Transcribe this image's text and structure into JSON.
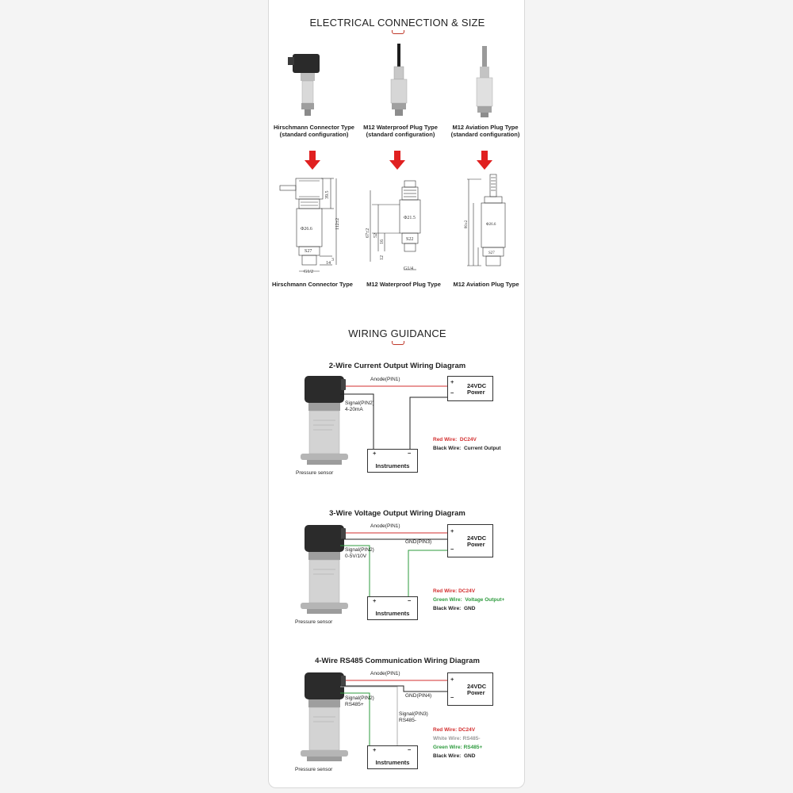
{
  "section1": {
    "title": "ELECTRICAL CONNECTION & SIZE",
    "products": [
      {
        "name": "Hirschmann Connector Type",
        "note": "(standard configuration)"
      },
      {
        "name": "M12 Waterproof Plug Type",
        "note": "(standard configuration)"
      },
      {
        "name": "M12 Aviation Plug Type",
        "note": "(standard configuration)"
      }
    ],
    "drawings": [
      {
        "caption": "Hirschmann Connector Type",
        "dims": [
          "39.5",
          "112±2",
          "Φ26.6",
          "S27",
          "G1/2",
          "14",
          "3"
        ]
      },
      {
        "caption": "M12 Waterproof Plug Type",
        "dims": [
          "Φ21.5",
          "67±2",
          "52",
          "16",
          "12",
          "S22",
          "G1/4"
        ]
      },
      {
        "caption": "M12 Aviation Plug Type",
        "dims": [
          "Φ26.6",
          "80±2",
          "S27"
        ]
      }
    ]
  },
  "section2": {
    "title": "WIRING GUIDANCE",
    "sensor_label": "Pressure sensor",
    "power_label": "24VDC\nPower",
    "instruments_label": "Instruments",
    "diagrams": [
      {
        "title": "2-Wire Current Output Wiring Diagram",
        "anode": "Anode(PIN1)",
        "signal": "Signal(PIN2)\n4-20mA",
        "legend": [
          {
            "key": "Red Wire:",
            "value": "DC24V",
            "color": "#d32f2f"
          },
          {
            "key": "Black Wire:",
            "value": "Current Output",
            "color": "#222222"
          }
        ]
      },
      {
        "title": "3-Wire Voltage Output Wiring Diagram",
        "anode": "Anode(PIN1)",
        "gnd": "GND(PIN3)",
        "signal": "Signal(PIN2)\n0-5V/10V",
        "legend": [
          {
            "key": "Red Wire:",
            "value": "DC24V",
            "color": "#d32f2f"
          },
          {
            "key": "Green Wire:",
            "value": "Voltage Output+",
            "color": "#2e9b3e"
          },
          {
            "key": "Black Wire:",
            "value": "GND",
            "color": "#222222"
          }
        ]
      },
      {
        "title": "4-Wire RS485 Communication Wiring Diagram",
        "anode": "Anode(PIN1)",
        "gnd": "GND(PIN4)",
        "signal": "Signal(PIN2)\nRS485+",
        "signal2": "Signal(PIN3)\nRS485-",
        "legend": [
          {
            "key": "Red Wire:",
            "value": "DC24V",
            "color": "#d32f2f"
          },
          {
            "key": "White Wire:",
            "value": "RS485-",
            "color": "#9a9a9a"
          },
          {
            "key": "Green Wire:",
            "value": "RS485+",
            "color": "#2e9b3e"
          },
          {
            "key": "Black Wire:",
            "value": "GND",
            "color": "#222222"
          }
        ]
      }
    ]
  },
  "colors": {
    "accent": "#c0392b",
    "arrow": "#e02020",
    "red_wire": "#d32f2f",
    "green_wire": "#2e9b3e",
    "white_wire": "#b0b0b0"
  }
}
